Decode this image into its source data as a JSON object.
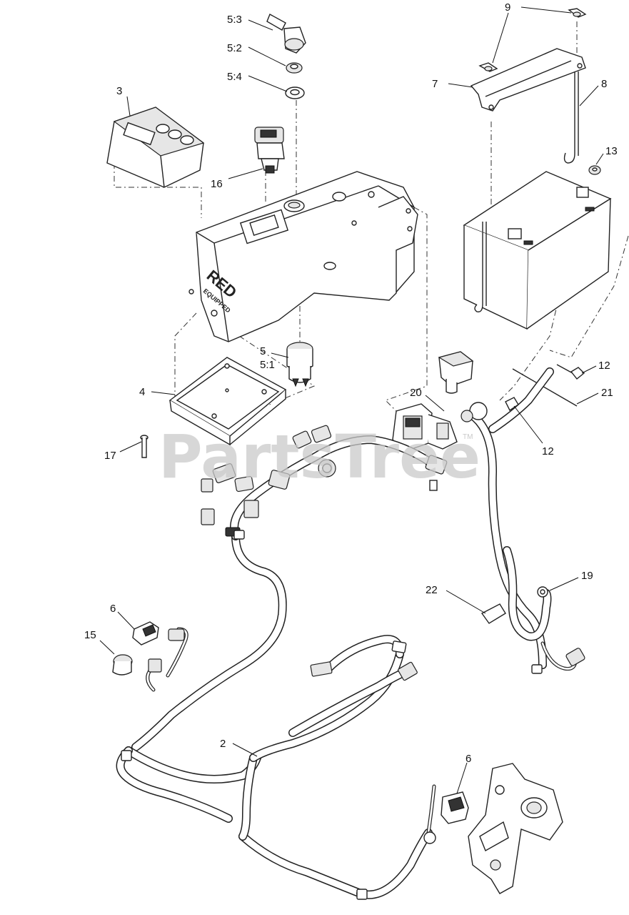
{
  "watermark": "PartsTree",
  "watermark_tm": "TM",
  "panel_logo": {
    "line1": "RED",
    "line2": "EQUIPPED"
  },
  "callouts": {
    "c5_3": "5:3",
    "c5_2": "5:2",
    "c5_4": "5:4",
    "c3": "3",
    "c16": "16",
    "c9": "9",
    "c7": "7",
    "c8": "8",
    "c13": "13",
    "c5": "5",
    "c5_1": "5:1",
    "c4": "4",
    "c17": "17",
    "c20": "20",
    "c12a": "12",
    "c12b": "12",
    "c21": "21",
    "c19": "19",
    "c22": "22",
    "c6a": "6",
    "c15": "15",
    "c2": "2",
    "c6b": "6"
  }
}
